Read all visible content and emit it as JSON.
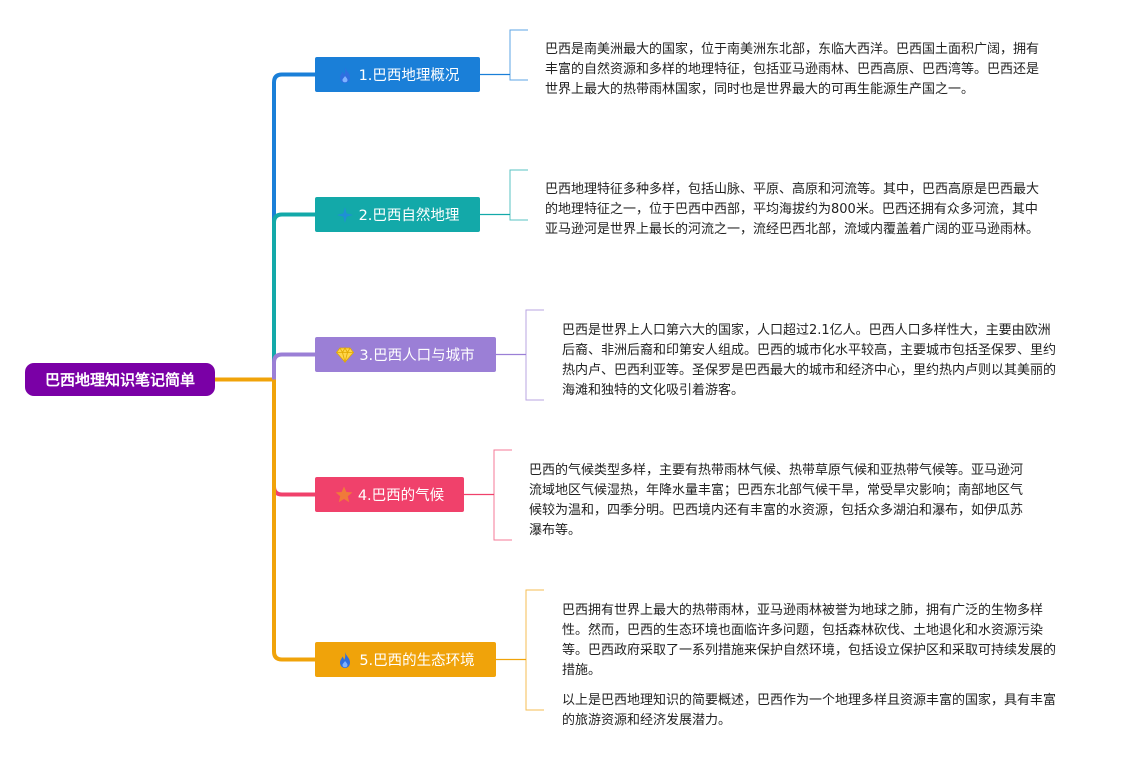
{
  "root": {
    "label": "巴西地理知识笔记简单",
    "color": "#7a00a6",
    "line_color": "#f0a30a"
  },
  "branches": [
    {
      "label": "1.巴西地理概况",
      "icon": "flame-icon",
      "color": "#1a7fd8",
      "paragraphs": [
        "巴西是南美洲最大的国家，位于南美洲东北部，东临大西洋。巴西国土面积广阔，拥有丰富的自然资源和多样的地理特征，包括亚马逊雨林、巴西高原、巴西湾等。巴西还是世界上最大的热带雨林国家，同时也是世界最大的可再生能源生产国之一。"
      ]
    },
    {
      "label": "2.巴西自然地理",
      "icon": "sparkle-icon",
      "color": "#13a9a9",
      "paragraphs": [
        "巴西地理特征多种多样，包括山脉、平原、高原和河流等。其中，巴西高原是巴西最大的地理特征之一，位于巴西中西部，平均海拔约为800米。巴西还拥有众多河流，其中亚马逊河是世界上最长的河流之一，流经巴西北部，流域内覆盖着广阔的亚马逊雨林。"
      ]
    },
    {
      "label": "3.巴西人口与城市",
      "icon": "diamond-icon",
      "color": "#9b7fd6",
      "paragraphs": [
        "巴西是世界上人口第六大的国家，人口超过2.1亿人。巴西人口多样性大，主要由欧洲后裔、非洲后裔和印第安人组成。巴西的城市化水平较高，主要城市包括圣保罗、里约热内卢、巴西利亚等。圣保罗是巴西最大的城市和经济中心，里约热内卢则以其美丽的海滩和独特的文化吸引着游客。"
      ]
    },
    {
      "label": "4.巴西的气候",
      "icon": "star-icon",
      "color": "#f0416b",
      "paragraphs": [
        "巴西的气候类型多样，主要有热带雨林气候、热带草原气候和亚热带气候等。亚马逊河流域地区气候湿热，年降水量丰富；巴西东北部气候干旱，常受旱灾影响；南部地区气候较为温和，四季分明。巴西境内还有丰富的水资源，包括众多湖泊和瀑布，如伊瓜苏瀑布等。"
      ]
    },
    {
      "label": "5.巴西的生态环境",
      "icon": "flame-icon",
      "color": "#f0a30a",
      "paragraphs": [
        "巴西拥有世界上最大的热带雨林，亚马逊雨林被誉为地球之肺，拥有广泛的生物多样性。然而，巴西的生态环境也面临许多问题，包括森林砍伐、土地退化和水资源污染等。巴西政府采取了一系列措施来保护自然环境，包括设立保护区和采取可持续发展的措施。",
        "以上是巴西地理知识的简要概述，巴西作为一个地理多样且资源丰富的国家，具有丰富的旅游资源和经济发展潜力。"
      ]
    }
  ]
}
